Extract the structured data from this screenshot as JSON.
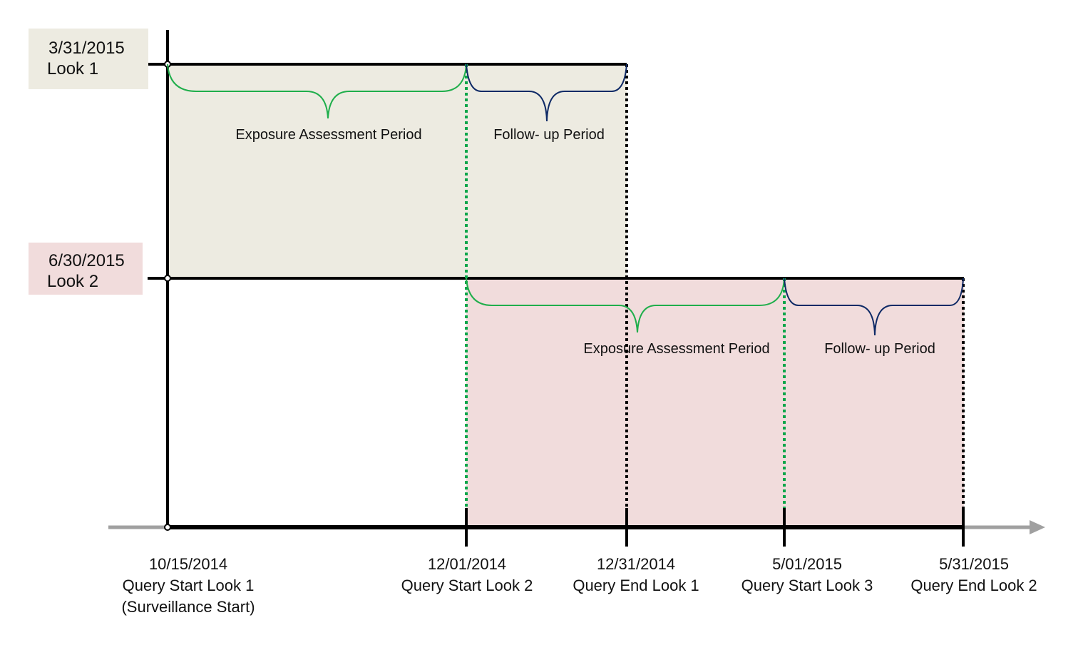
{
  "looks": [
    {
      "date": "3/31/2015",
      "name": "Look 1",
      "color": "#edebe1"
    },
    {
      "date": "6/30/2015",
      "name": "Look 2",
      "color": "#f1dcdc"
    }
  ],
  "periods": {
    "look1_exposure": "Exposure Assessment Period",
    "look1_followup": "Follow- up Period",
    "look2_exposure": "Exposure Assessment Period",
    "look2_followup": "Follow- up Period"
  },
  "axis_labels": [
    {
      "date": "10/15/2014",
      "line1": "Query Start Look 1",
      "line2": "(Surveillance Start)"
    },
    {
      "date": "12/01/2014",
      "line1": "Query Start Look 2",
      "line2": ""
    },
    {
      "date": "12/31/2014",
      "line1": "Query End Look 1",
      "line2": ""
    },
    {
      "date": "5/01/2015",
      "line1": "Query Start Look 3",
      "line2": ""
    },
    {
      "date": "5/31/2015",
      "line1": "Query End Look 2",
      "line2": ""
    }
  ],
  "colors": {
    "exposure_brace": "#1fae4b",
    "followup_brace": "#0f2a66",
    "green_dotted": "#0aa64a",
    "black_dotted": "#000000",
    "axis_arrow": "#a0a0a0"
  }
}
